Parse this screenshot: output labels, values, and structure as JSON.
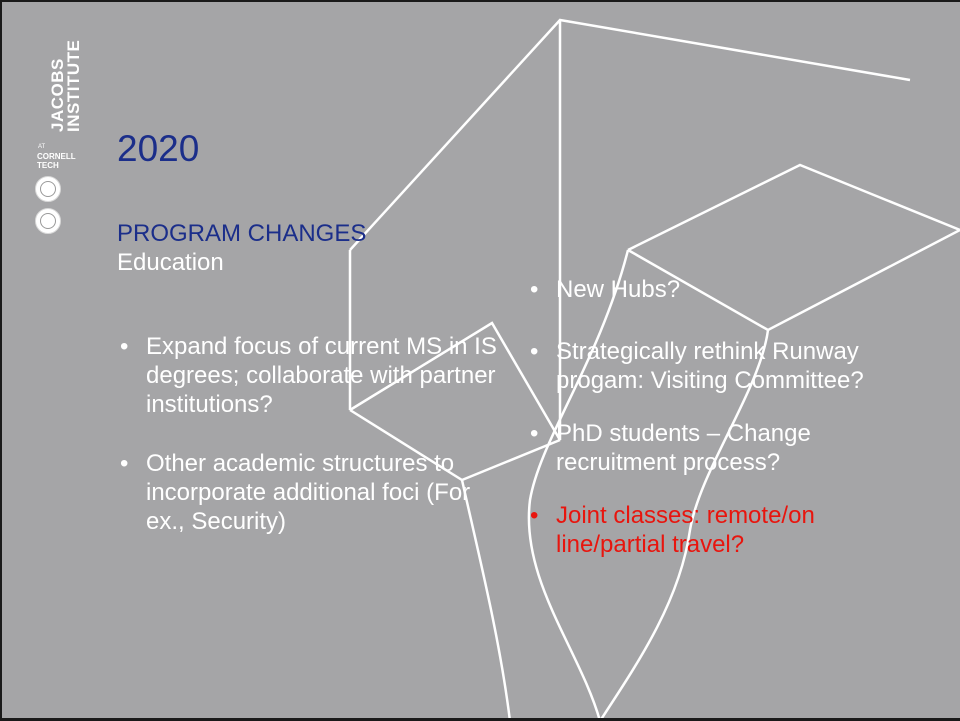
{
  "logo": {
    "line1": "JACOBS",
    "line2": "INSTITUTE",
    "at": "AT",
    "org_line1": "CORNELL",
    "org_line2": "TECH"
  },
  "title": "2020",
  "section": {
    "heading": "PROGRAM CHANGES",
    "subheading": "Education"
  },
  "left_bullets": [
    "Expand focus of current MS in IS degrees; collaborate with partner institutions?",
    "Other academic structures to incorporate additional foci (For ex., Security)"
  ],
  "right_bullets": [
    "New Hubs?",
    "Strategically rethink Runway progam: Visiting Committee?",
    "PhD students – Change recruitment process?",
    "Joint classes: remote/on line/partial travel?"
  ],
  "bullet_symbol": "•",
  "colors": {
    "background": "#a5a5a7",
    "title": "#1b2e8a",
    "text": "#ffffff",
    "highlight": "#e8150e"
  }
}
